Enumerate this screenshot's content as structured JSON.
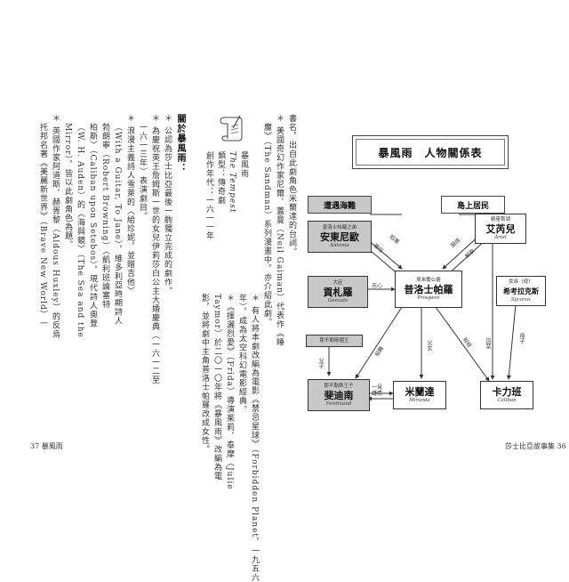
{
  "left_page": {
    "info": {
      "title": "暴風雨",
      "title_en": "The Tempest",
      "genre": "類型：傳奇劇",
      "date": "創作年代：一六一一年"
    },
    "notes_heading": "關於暴風雨：",
    "notes": [
      "＊ 公認為莎士比亞最後一齣獨立完成的劇作。",
      "＊ 為慶祝英王詹姆斯一世的女兒伊莉莎白公主大婚慶典（一六一二至",
      "一六一三年）表演劇目。",
      "＊ 浪漫主義詩人雪萊的〈給珍妮，並贈吉他〉",
      "（With a Guitar, To Jane），維多利亞時期詩人",
      "勃朗寧（Robert Browning）〈凱利班論塞特",
      "柏斯〉（Caliban upon Setebos），現代詩人奧登",
      "（W. H. Auden）的〈海與鏡〉（The Sea and the",
      "Mirror），皆以此劇角色為題。",
      "＊ 英國作家阿道斯．赫胥黎（Aldous Huxley）的反烏",
      "托邦名著《美麗新世界》（Brave New World）一"
    ],
    "trivia": [
      "書名，出自此劇角色米蘭達的台詞。",
      "＊ 美國奇幻作家尼爾．蓋曼（Neil Gaiman）代表作《睡",
      "魔》（The Sandman）系列漫畫中，亦介紹此劇。",
      "＊ 有人將本劇改編為電影《禁忌星球》（Forbidden Planet，一九五六",
      "年），成為太空科幻電影經典。",
      "＊《揮灑烈愛》（Frida）導演茱莉．泰摩（Julie",
      "Taymor）於二〇一〇年將《暴風雨》改編為電",
      "影，並將劇中主角普洛士帕羅改成女性。"
    ],
    "folio": "37 暴風雨"
  },
  "right_page": {
    "title": "暴風雨　人物關係表",
    "groups": {
      "shipwrecked": "遭遇海難",
      "islanders": "島上居民"
    },
    "nodes": {
      "antonio": {
        "role": "普洛士帕羅之弟",
        "name": "安東尼歐",
        "latin": "Antonio"
      },
      "gonzalo": {
        "role": "大臣",
        "name": "貢札羅",
        "latin": "Gonzalo"
      },
      "alonso": {
        "role": "那不勒斯國王",
        "name": "",
        "latin": ""
      },
      "ferdinand": {
        "role": "那不勒斯王子",
        "name": "斐迪南",
        "latin": "Ferdinand"
      },
      "prospero": {
        "role": "原米蘭公爵",
        "name": "普洛士帕羅",
        "latin": "Prospero"
      },
      "miranda": {
        "role": "",
        "name": "米蘭達",
        "latin": "Miranda"
      },
      "ariel": {
        "role": "精靈首領",
        "name": "艾芮兒",
        "latin": "Ariel"
      },
      "sycorax": {
        "role": "女巫（母）",
        "name": "希考拉克斯",
        "latin": "Sycorax"
      },
      "caliban": {
        "role": "",
        "name": "卡力班",
        "latin": "Caliban"
      }
    },
    "edge_labels": {
      "ant_pro_1": "篡位",
      "ant_pro_2": "陷害",
      "ariel_pro_1": "服侍",
      "ariel_pro_2": "解放",
      "loyal": "忠心",
      "father_daughter": "父女",
      "father_son": "父子",
      "slave": "奴役",
      "mother_son": "母子",
      "imprison": "囚禁",
      "love": "一見\n鍾情",
      "disaster": "船難"
    },
    "folio": "莎士比亞故事集 36"
  }
}
